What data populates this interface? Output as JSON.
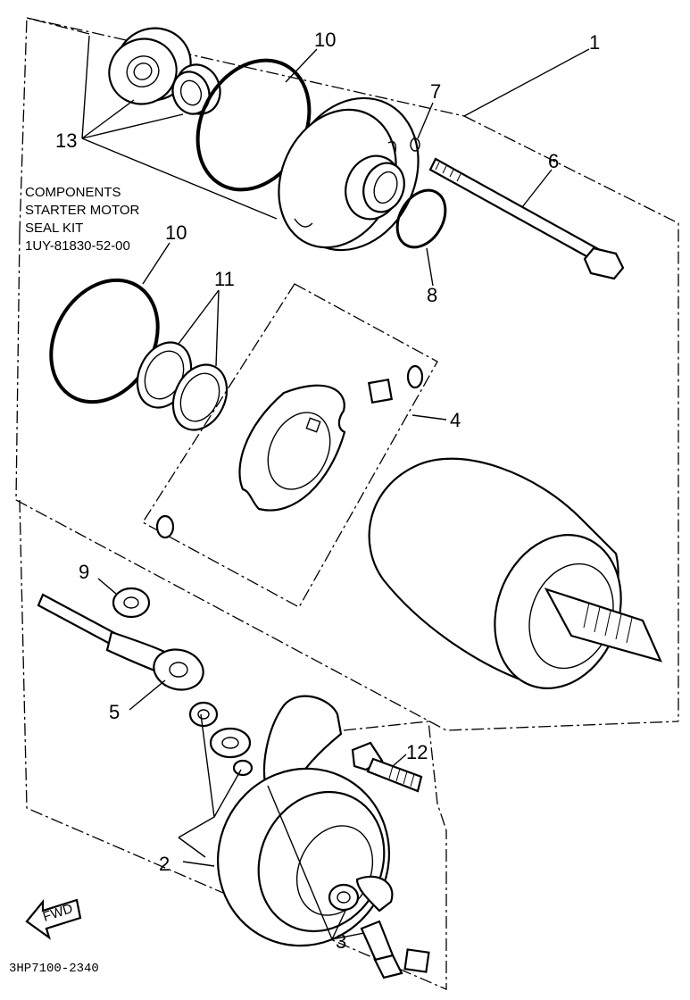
{
  "diagram": {
    "callouts": {
      "c1": "1",
      "c2": "2",
      "c3": "3",
      "c4": "4",
      "c5": "5",
      "c6": "6",
      "c7": "7",
      "c8": "8",
      "c9": "9",
      "c10_top": "10",
      "c10_left": "10",
      "c11": "11",
      "c12": "12",
      "c13": "13"
    },
    "kit_note": {
      "line1": "COMPONENTS",
      "line2": "STARTER MOTOR",
      "line3": "SEAL KIT",
      "line4": "1UY-81830-52-00"
    },
    "fwd_arrow": "FWD",
    "drawing_code": "3HP7100-2340"
  }
}
